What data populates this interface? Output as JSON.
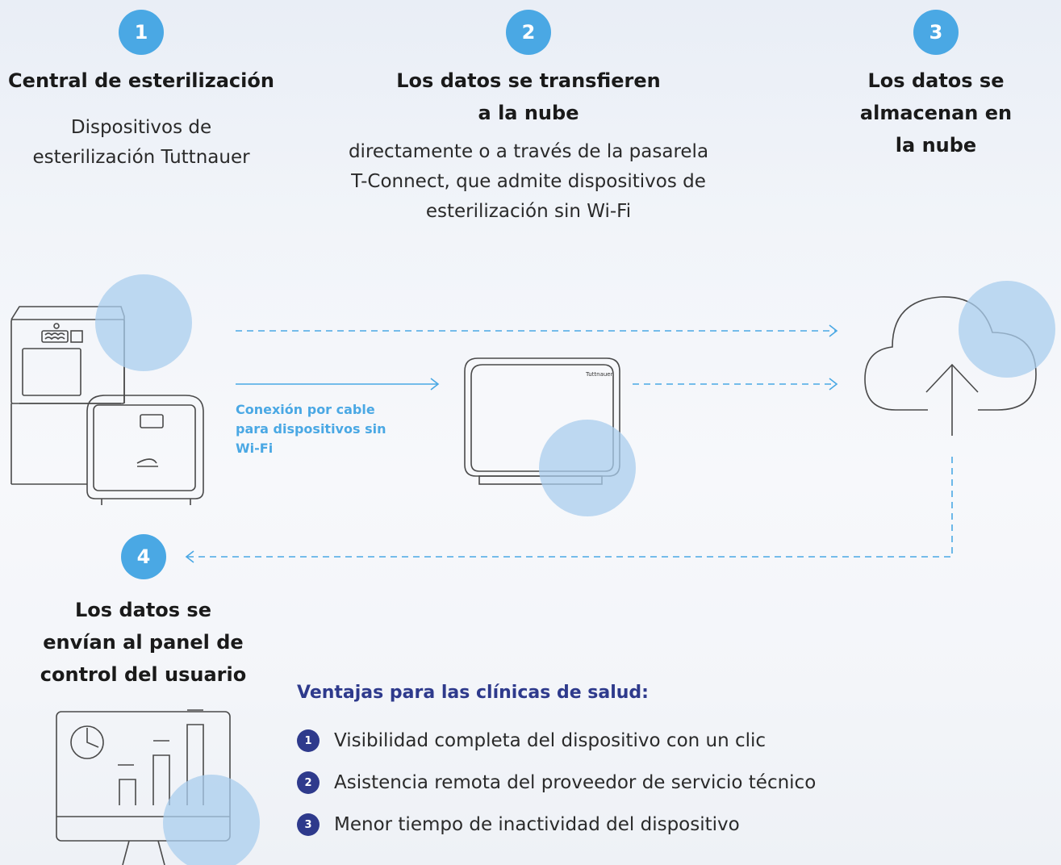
{
  "steps": [
    {
      "number": "1",
      "title": "Central de esterilización",
      "description_line1": "Dispositivos de",
      "description_line2": "esterilización Tuttnauer"
    },
    {
      "number": "2",
      "title_line1": "Los datos se transfieren",
      "title_line2": "a la nube",
      "description_line1": "directamente o a través de la pasarela",
      "description_line2": "T-Connect, que admite dispositivos de",
      "description_line3": "esterilización sin Wi-Fi"
    },
    {
      "number": "3",
      "title_line1": "Los datos se",
      "title_line2": "almacenan en",
      "title_line3": "la nube"
    },
    {
      "number": "4",
      "title_line1": "Los datos se",
      "title_line2": "envían al panel de",
      "title_line3": "control del usuario"
    }
  ],
  "cable_label": {
    "line1": "Conexión por cable",
    "line2": "para dispositivos sin",
    "line3": "Wi-Fi"
  },
  "benefits": {
    "title": "Ventajas para las clínicas de salud:",
    "items": [
      {
        "num": "1",
        "text": "Visibilidad completa del dispositivo con un clic"
      },
      {
        "num": "2",
        "text": "Asistencia remota del proveedor de servicio técnico"
      },
      {
        "num": "3",
        "text": "Menor tiempo de inactividad del dispositivo"
      }
    ]
  },
  "gateway_brand": "Tuttnauer",
  "colors": {
    "accent": "#4aa8e4",
    "circle": "#bcd8f0",
    "navy": "#2e3a8c",
    "line": "#555555"
  }
}
